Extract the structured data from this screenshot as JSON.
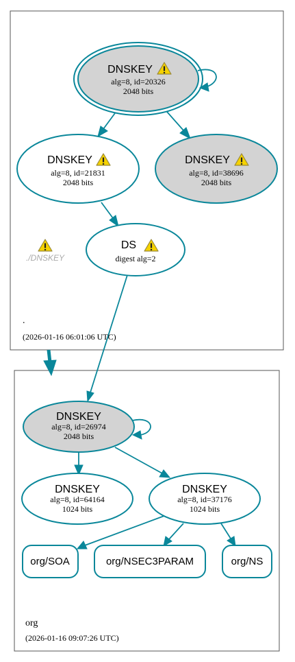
{
  "colors": {
    "edge": "#0a879a",
    "node_fill_highlight": "#d3d3d3",
    "node_fill_default": "#ffffff",
    "warning_fill": "#f5d200",
    "zone_border": "#555555"
  },
  "zones": [
    {
      "name": ".",
      "timestamp": "(2026-01-16 06:01:06 UTC)"
    },
    {
      "name": "org",
      "timestamp": "(2026-01-16 09:07:26 UTC)"
    }
  ],
  "root": {
    "ksk": {
      "title": "DNSKEY",
      "line1": "alg=8, id=20326",
      "line2": "2048 bits",
      "warning_icon": "warning-icon"
    },
    "zsk1": {
      "title": "DNSKEY",
      "line1": "alg=8, id=21831",
      "line2": "2048 bits",
      "warning_icon": "warning-icon"
    },
    "zsk2": {
      "title": "DNSKEY",
      "line1": "alg=8, id=38696",
      "line2": "2048 bits",
      "warning_icon": "warning-icon"
    },
    "ds": {
      "title": "DS",
      "line1": "digest alg=2",
      "warning_icon": "warning-icon"
    },
    "missing_label": "./DNSKEY"
  },
  "org": {
    "ksk": {
      "title": "DNSKEY",
      "line1": "alg=8, id=26974",
      "line2": "2048 bits"
    },
    "zsk1": {
      "title": "DNSKEY",
      "line1": "alg=8, id=64164",
      "line2": "1024 bits"
    },
    "zsk2": {
      "title": "DNSKEY",
      "line1": "alg=8, id=37176",
      "line2": "1024 bits"
    },
    "records": [
      "org/SOA",
      "org/NSEC3PARAM",
      "org/NS"
    ]
  }
}
